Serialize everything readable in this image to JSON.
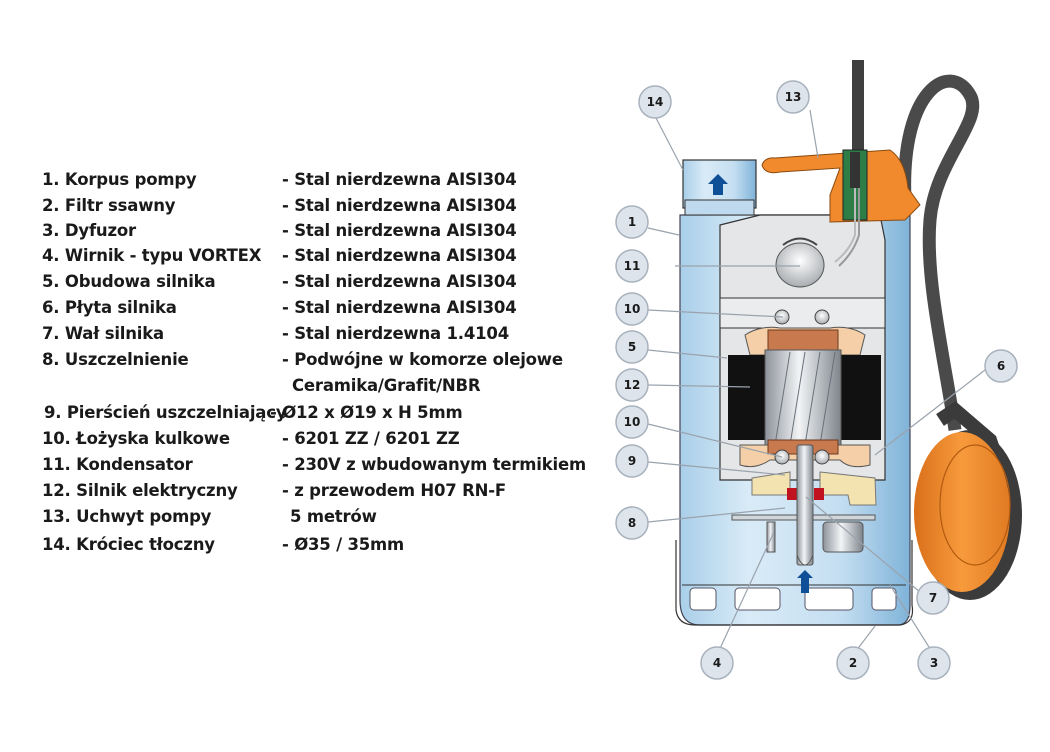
{
  "parts_list": [
    {
      "label": "1. Korpus pompy",
      "value": "- Stal nierdzewna AISI304"
    },
    {
      "label": "2. Filtr ssawny",
      "value": "- Stal nierdzewna AISI304"
    },
    {
      "label": "3. Dyfuzor",
      "value": "- Stal nierdzewna AISI304"
    },
    {
      "label": "4. Wirnik - typu VORTEX",
      "value": "- Stal nierdzewna AISI304"
    },
    {
      "label": "5. Obudowa silnika",
      "value": "- Stal nierdzewna AISI304"
    },
    {
      "label": "6. Płyta silnika",
      "value": "- Stal nierdzewna AISI304"
    },
    {
      "label": "7. Wał silnika",
      "value": "- Stal nierdzewna 1.4104"
    },
    {
      "label": "8. Uszczelnienie",
      "value": "- Podwójne w komorze olejowe",
      "value2": "Ceramika/Grafit/NBR"
    },
    {
      "label": "9. Pierścień uszczelniający",
      "value": "- Ø12 x Ø19 x H 5mm"
    },
    {
      "label": "10. Łożyska kulkowe",
      "value": "- 6201 ZZ / 6201 ZZ"
    },
    {
      "label": "11. Kondensator",
      "value": "- 230V z wbudowanym termikiem"
    },
    {
      "label": "12. Silnik elektryczny",
      "value": "- z przewodem H07 RN-F",
      "value2": "5 metrów"
    },
    {
      "label": "13. Uchwyt pompy",
      "value": ""
    },
    {
      "label": "14. Króciec tłoczny",
      "value": "- Ø35 / 35mm"
    }
  ],
  "callouts": [
    "14",
    "13",
    "1",
    "11",
    "10",
    "5",
    "12",
    "6",
    "10",
    "9",
    "8",
    "7",
    "4",
    "2",
    "3"
  ],
  "colors": {
    "body_blue": "#bcd9ee",
    "body_blue_dark": "#8fbfe0",
    "handle_orange": "#f08a2c",
    "float_orange": "#f39233",
    "cable_gray": "#4a4a4a",
    "motor_black": "#111111",
    "winding_copper": "#c87a4e",
    "oil_yellow": "#f3e3b0",
    "arrow_blue": "#0f4f97",
    "callout_fill": "#dde4ec"
  }
}
